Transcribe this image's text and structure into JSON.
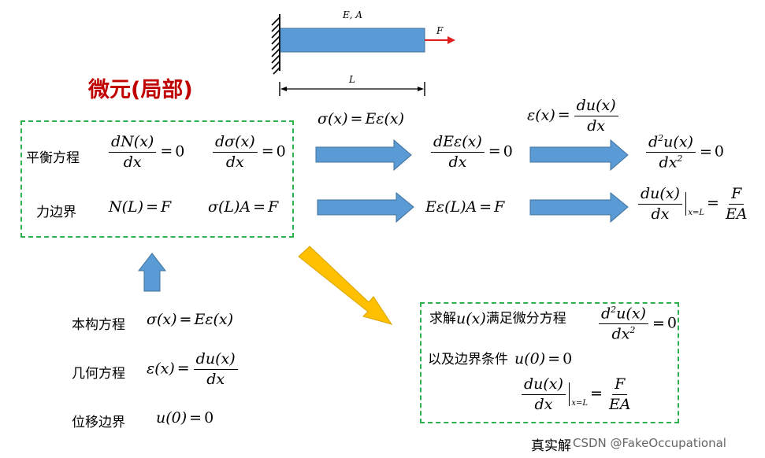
{
  "beam": {
    "label_material": "E, A",
    "label_force": "F",
    "label_length": "L"
  },
  "title": "微元(局部)",
  "box_left": {
    "row1_label": "平衡方程",
    "row2_label": "力边界"
  },
  "box_right": {
    "line1_prefix": "求解",
    "line1_mid": "满足微分方程",
    "line2_prefix": "以及边界条件"
  },
  "bottom_left": {
    "constitutive_label": "本构方程",
    "geometric_label": "几何方程",
    "displacement_label": "位移边界"
  },
  "colors": {
    "dash_green": "#2db04e",
    "arrow_blue": "#5b9bd5",
    "arrow_orange": "#ffc000",
    "title_red": "#c00000",
    "force_red": "#e02020"
  },
  "watermark": {
    "text_cn": "真实解",
    "text_csdn": "CSDN @FakeOccupational"
  }
}
